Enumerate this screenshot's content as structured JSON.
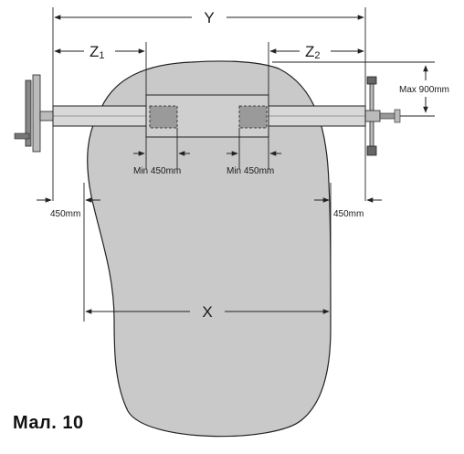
{
  "figure": {
    "caption": "Мал. 10",
    "labels": {
      "y": "Y",
      "z1_main": "Z",
      "z1_sub": "1",
      "z2_main": "Z",
      "z2_sub": "2",
      "x": "X",
      "max_height": "Max 900mm",
      "min_left": "Min 450mm",
      "min_right": "Min 450mm",
      "clear_left": "450mm",
      "clear_right": "450mm"
    },
    "colors": {
      "area_fill": "#c9c9c9",
      "outline": "#222222",
      "beam_fill": "#d8d8d8",
      "pad_fill": "#9a9a9a"
    }
  }
}
